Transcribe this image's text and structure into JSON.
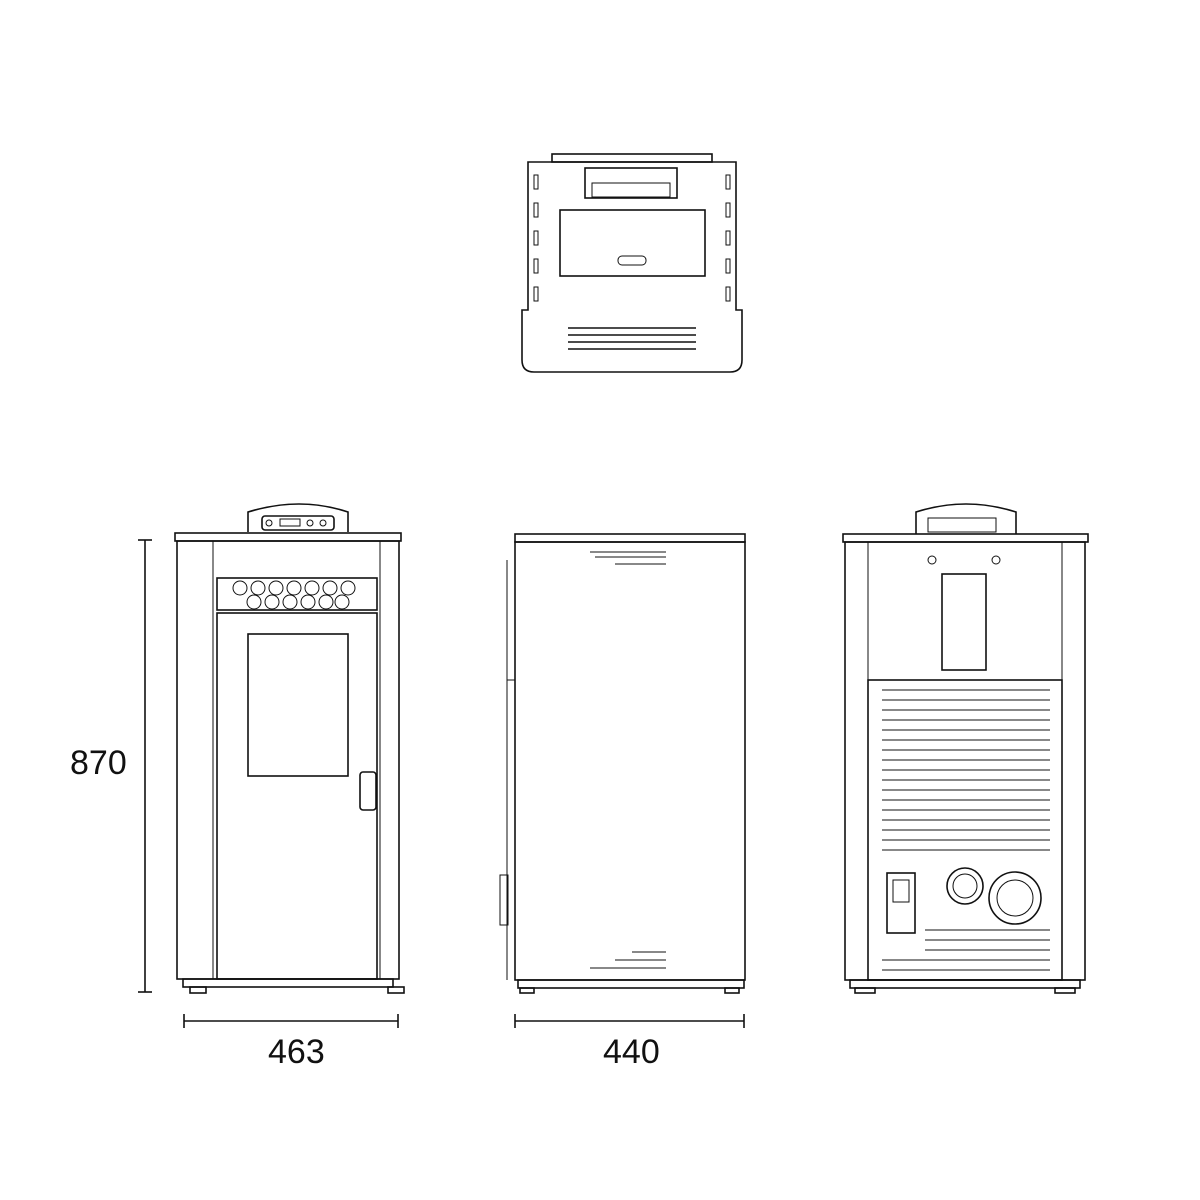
{
  "dimensions": {
    "height": "870",
    "width_front": "463",
    "depth_side": "440"
  },
  "views": [
    "top-view",
    "front-view",
    "side-view",
    "rear-view"
  ],
  "colors": {
    "line": "#111111",
    "background": "#ffffff"
  }
}
